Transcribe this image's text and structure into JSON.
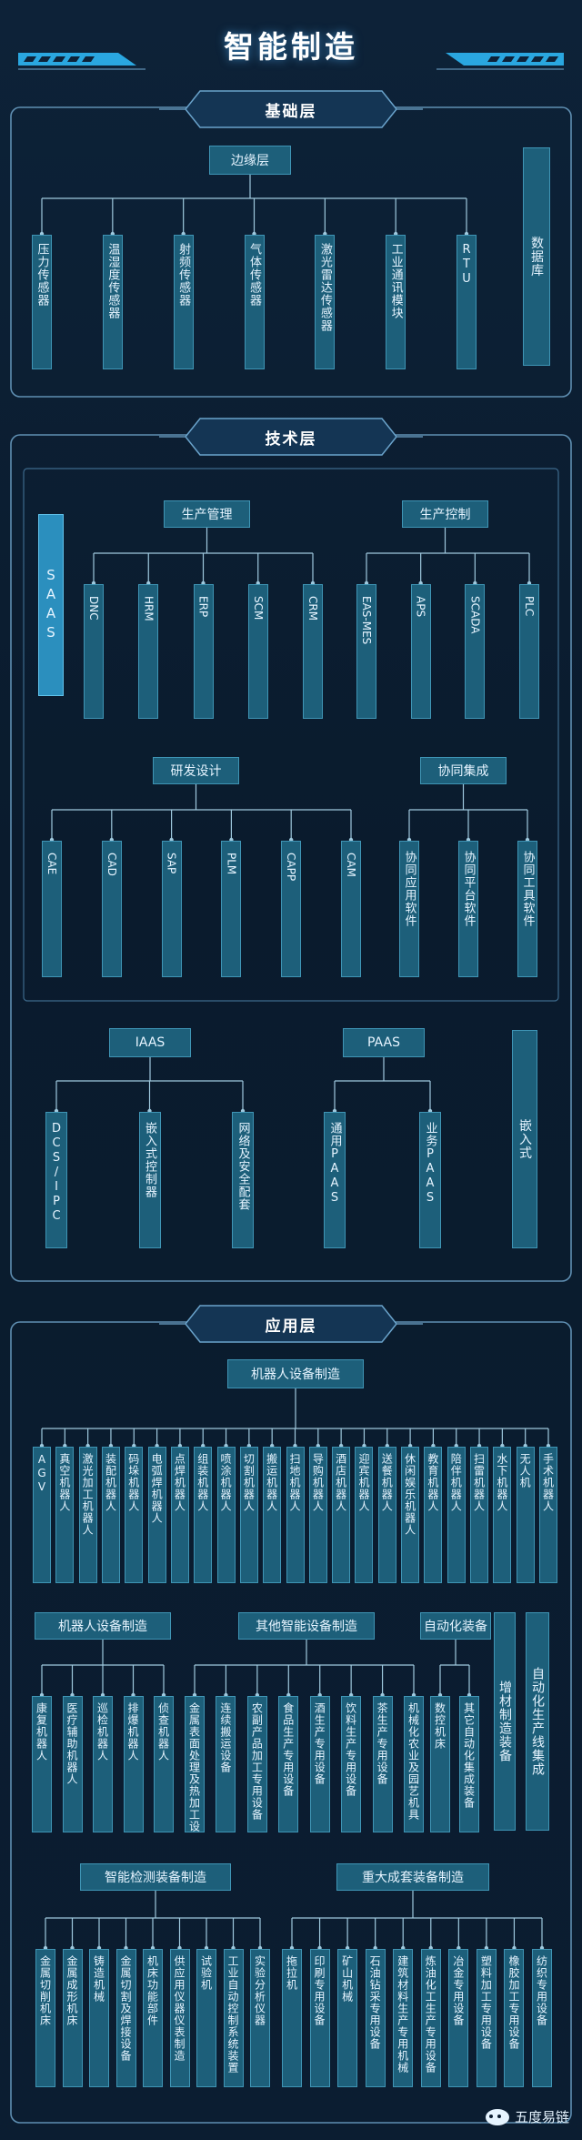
{
  "title": "智能制造",
  "colors": {
    "box_fill": "#1d5f7a",
    "box_border": "#3f95b5",
    "highlight": "#2b8fbe",
    "line": "#9fc9de",
    "frame": "#5f8fb2",
    "bg": "#0b1d31"
  },
  "footer": {
    "brand": "五度易链",
    "icon": "wechat-icon"
  },
  "layers": {
    "foundation": {
      "label": "基础层",
      "edge": {
        "label": "边缘层",
        "children": [
          "压力传感器",
          "温湿度传感器",
          "射频传感器",
          "气体传感器",
          "激光雷达传感器",
          "工业通讯模块",
          "RTU"
        ]
      },
      "database": "数据库"
    },
    "technology": {
      "label": "技术层",
      "saas": "SAAS",
      "production_mgmt": {
        "label": "生产管理",
        "children": [
          "DNC",
          "HRM",
          "ERP",
          "SCM",
          "CRM"
        ]
      },
      "production_ctrl": {
        "label": "生产控制",
        "children": [
          "EAS-MES",
          "APS",
          "SCADA",
          "PLC"
        ]
      },
      "rnd": {
        "label": "研发设计",
        "children": [
          "CAE",
          "CAD",
          "SAP",
          "PLM",
          "CAPP",
          "CAM"
        ]
      },
      "collab": {
        "label": "协同集成",
        "children": [
          "协同应用软件",
          "协同平台软件",
          "协同工具软件"
        ]
      },
      "iaas": {
        "label": "IAAS",
        "children": [
          "DCS/IPC",
          "嵌入式控制器",
          "网络及安全配套"
        ]
      },
      "paas": {
        "label": "PAAS",
        "children": [
          "通用PAAS",
          "业务PAAS"
        ]
      },
      "embedded": "嵌入式"
    },
    "application": {
      "label": "应用层",
      "robot": {
        "label": "机器人设备制造",
        "children": [
          "AGV",
          "真空机器人",
          "激光加工机器人",
          "装配机器人",
          "码垛机器人",
          "电弧焊机器人",
          "点焊机器人",
          "组装机器人",
          "喷涂机器人",
          "切割机器人",
          "搬运机器人",
          "扫地机器人",
          "导购机器人",
          "酒店机器人",
          "迎宾机器人",
          "送餐机器人",
          "休闲娱乐机器人",
          "教育机器人",
          "陪伴机器人",
          "扫雷机器人",
          "水下机器人",
          "无人机",
          "手术机器人"
        ]
      },
      "robot2": {
        "label": "机器人设备制造",
        "children": [
          "康复机器人",
          "医疗辅助机器人",
          "巡检机器人",
          "排爆机器人",
          "侦查机器人"
        ]
      },
      "other": {
        "label": "其他智能设备制造",
        "children": [
          "金属表面处理及热加工设备",
          "连续搬运设备",
          "农副产品加工专用设备",
          "食品生产专用设备",
          "酒生产专用设备",
          "饮料生产专用设备",
          "茶生产专用设备",
          "机械化农业及园艺机具"
        ]
      },
      "automation": {
        "label": "自动化装备",
        "children": [
          "数控机床",
          "其它自动化集成装备"
        ]
      },
      "additive": "增材制造装备",
      "autoline": "自动化生产线集成",
      "inspection": {
        "label": "智能检测装备制造",
        "children": [
          "金属切削机床",
          "金属成形机床",
          "铸造机械",
          "金属切割及焊接设备",
          "机床功能部件",
          "供应用仪器仪表制造",
          "试验机",
          "工业自动控制系统装置",
          "实验分析仪器"
        ]
      },
      "major": {
        "label": "重大成套装备制造",
        "children": [
          "拖拉机",
          "印刷专用设备",
          "矿山机械",
          "石油钻采专用设备",
          "建筑材料生产专用机械",
          "炼油化工生产专用设备",
          "冶金专用设备",
          "塑料加工专用设备",
          "橡胶加工专用设备",
          "纺织专用设备"
        ]
      }
    }
  }
}
